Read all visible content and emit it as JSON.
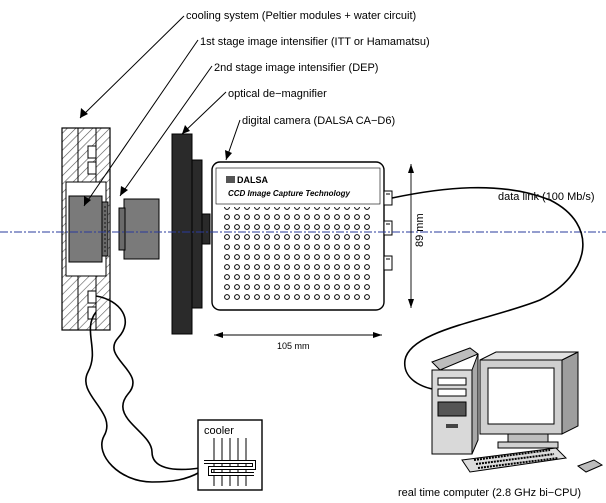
{
  "callouts": {
    "cooling": "cooling system (Peltier modules + water circuit)",
    "stage1": "1st stage image intensifier (ITT or Hamamatsu)",
    "stage2": "2nd stage image intensifier (DEP)",
    "demag": "optical de−magnifier",
    "camera": "digital camera (DALSA CA−D6)"
  },
  "camera_face": {
    "brand": "DALSA",
    "tagline": "CCD Image Capture Technology"
  },
  "dimensions": {
    "height": "89 mm",
    "width": "105 mm"
  },
  "data_link": "data link (100 Mb/s)",
  "cooler": "cooler",
  "computer": "real time computer (2.8 GHz bi−CPU)",
  "colors": {
    "axis": "#2a3b9c",
    "intensifier": "#7a7a7a",
    "demagnifier": "#2a2a2a",
    "hatch": "#555555"
  }
}
